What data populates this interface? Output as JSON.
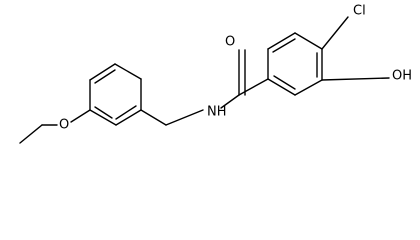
{
  "molecule": {
    "atom_labels": {
      "carbonyl_oxygen": "O",
      "amide_nitrogen": "NH",
      "chlorine": "Cl",
      "hydroxyl": "OH",
      "ether_oxygen": "O"
    },
    "colors": {
      "bond": "#000000",
      "label": "#000000",
      "background": "#ffffff"
    }
  }
}
